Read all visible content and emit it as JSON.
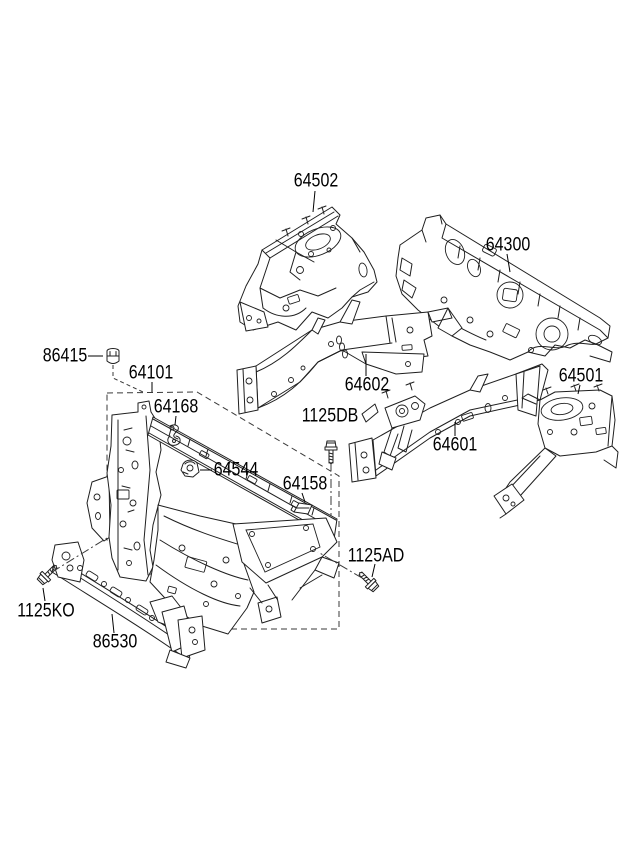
{
  "diagram": {
    "type": "exploded-parts-diagram",
    "subject": "fender-apron-and-radiator-support-panel",
    "colors": {
      "background": "#ffffff",
      "line": "#1f1f1f",
      "text": "#000000"
    },
    "callouts": {
      "c64502": "64502",
      "c64300": "64300",
      "c86415": "86415",
      "c64101": "64101",
      "c64168": "64168",
      "c1125DB": "1125DB",
      "c64602": "64602",
      "c64601": "64601",
      "c64501": "64501",
      "c64544": "64544",
      "c64158": "64158",
      "c1125AD": "1125AD",
      "c1125KO": "1125KO",
      "c86530": "86530"
    }
  }
}
